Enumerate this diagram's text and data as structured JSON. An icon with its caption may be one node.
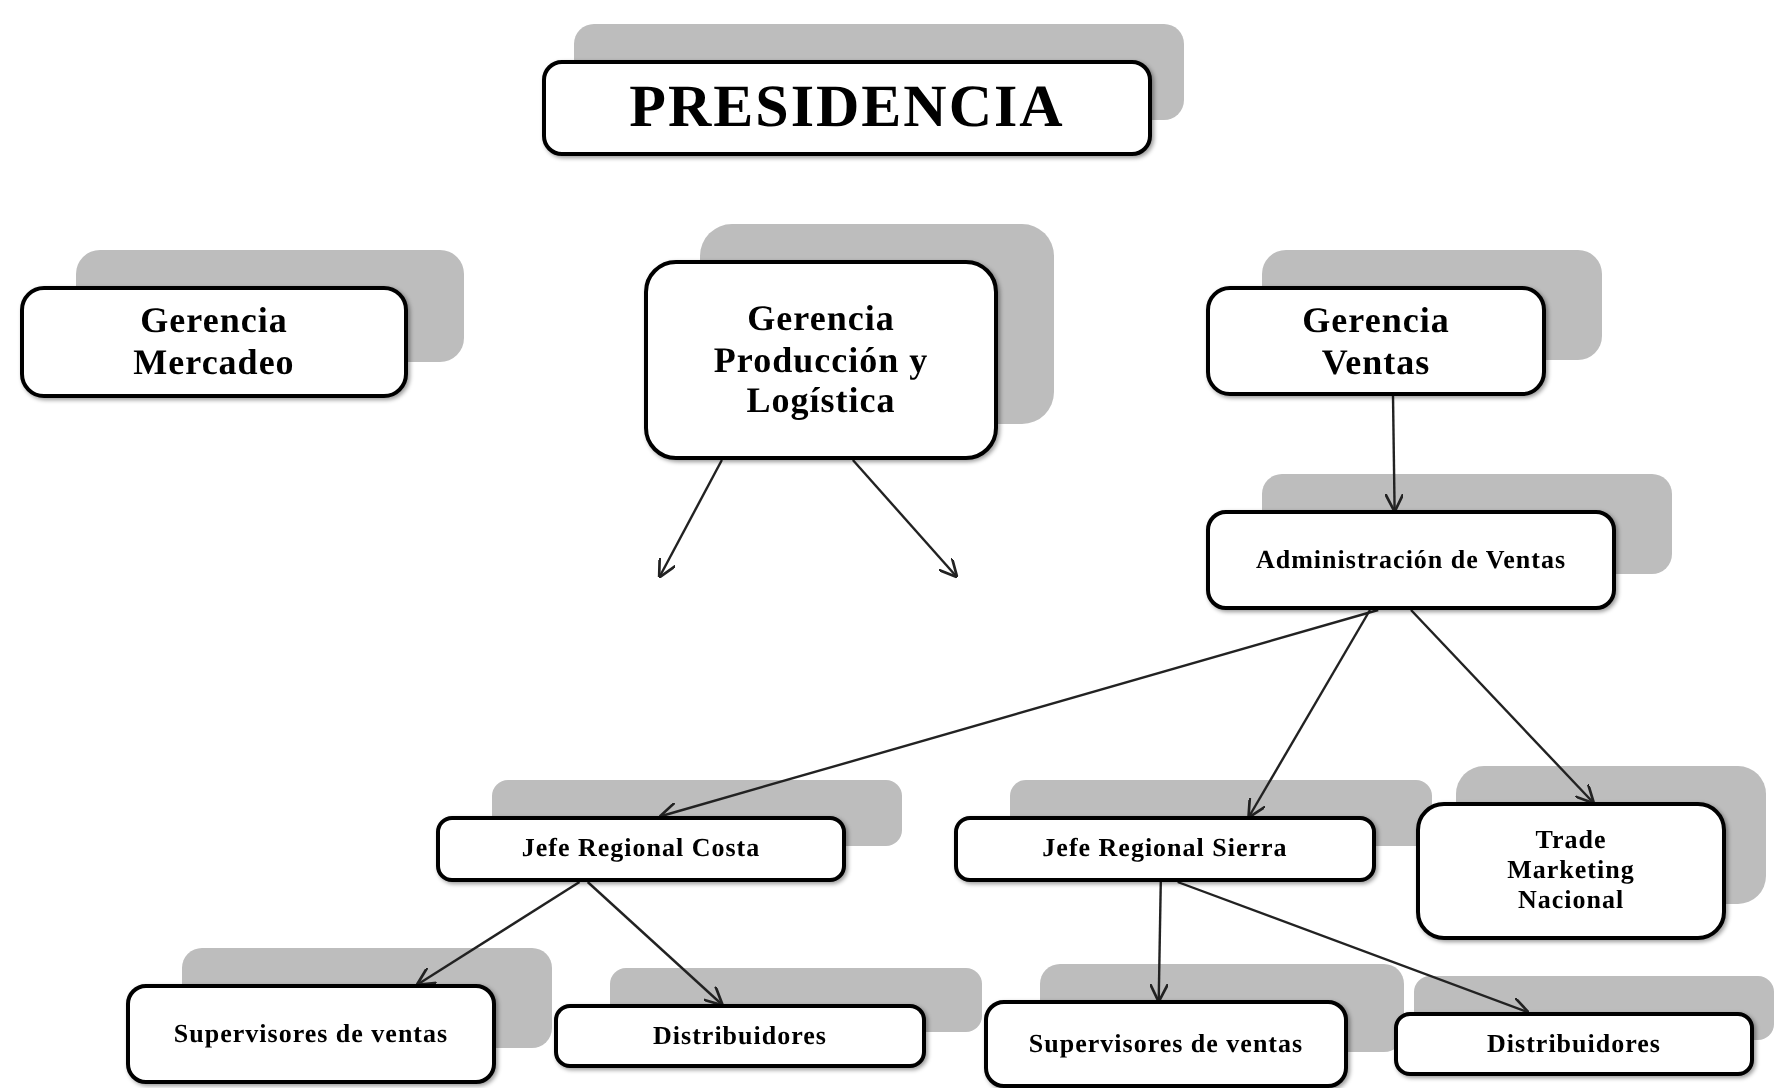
{
  "diagram": {
    "nodes": [
      {
        "text": [
          "PRESIDENCIA"
        ]
      },
      {
        "text": [
          "Gerencia Mercadeo"
        ]
      },
      {
        "text": [
          "Gerencia Producción y Logística"
        ]
      },
      {
        "text": [
          "Gerencia Ventas"
        ]
      },
      {
        "text": [
          "Administración de Ventas"
        ]
      },
      {
        "text": [
          "Jefe Regional Costa"
        ]
      },
      {
        "text": [
          "Jefe Regional Sierra"
        ]
      },
      {
        "text": [
          "Trade Marketing Nacional"
        ]
      },
      {
        "text": [
          "Supervisores de ventas"
        ]
      },
      {
        "text": [
          "Distribuidores"
        ]
      },
      {
        "text": [
          "Supervisores de ventas"
        ]
      },
      {
        "text": [
          "Distribuidores"
        ]
      }
    ],
    "edges": [
      {
        "from": 2,
        "to": null,
        "arrow": "to"
      },
      {
        "from": 2,
        "to": null,
        "arrow": "to"
      },
      {
        "from": 3,
        "to": 4,
        "arrow": "to"
      },
      {
        "from": 4,
        "to": 5,
        "arrow": "to"
      },
      {
        "from": 4,
        "to": 6,
        "arrow": "to"
      },
      {
        "from": 4,
        "to": 7,
        "arrow": "to"
      },
      {
        "from": 5,
        "to": 8,
        "arrow": "to"
      },
      {
        "from": 5,
        "to": 9,
        "arrow": "to"
      },
      {
        "from": 6,
        "to": 10,
        "arrow": "to"
      },
      {
        "from": 6,
        "to": 11,
        "arrow": "to"
      }
    ]
  }
}
